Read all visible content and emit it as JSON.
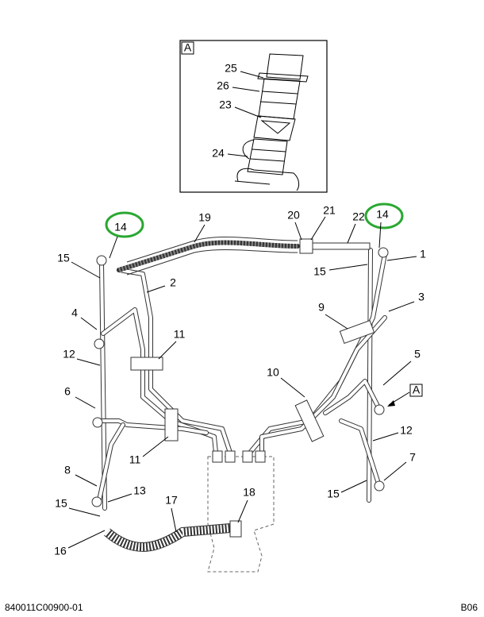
{
  "inset": {
    "label": "A",
    "callouts": [
      "25",
      "26",
      "23",
      "24"
    ]
  },
  "callouts": {
    "c14a": "14",
    "c19": "19",
    "c20": "20",
    "c21": "21",
    "c22": "22",
    "c14b": "14",
    "c15a": "15",
    "c2": "2",
    "c1": "1",
    "c15b": "15",
    "c3": "3",
    "c4": "4",
    "c9": "9",
    "c11a": "11",
    "c12a": "12",
    "c5": "5",
    "c10": "10",
    "c6": "6",
    "cA": "A",
    "c12b": "12",
    "c11b": "11",
    "c7": "7",
    "c8": "8",
    "c13": "13",
    "c15c": "15",
    "c15d": "15",
    "c17": "17",
    "c18": "18",
    "c16": "16"
  },
  "highlight_color": "#2aa832",
  "footer": {
    "drawing_number": "840011C00900-01",
    "page_code": "B06"
  }
}
